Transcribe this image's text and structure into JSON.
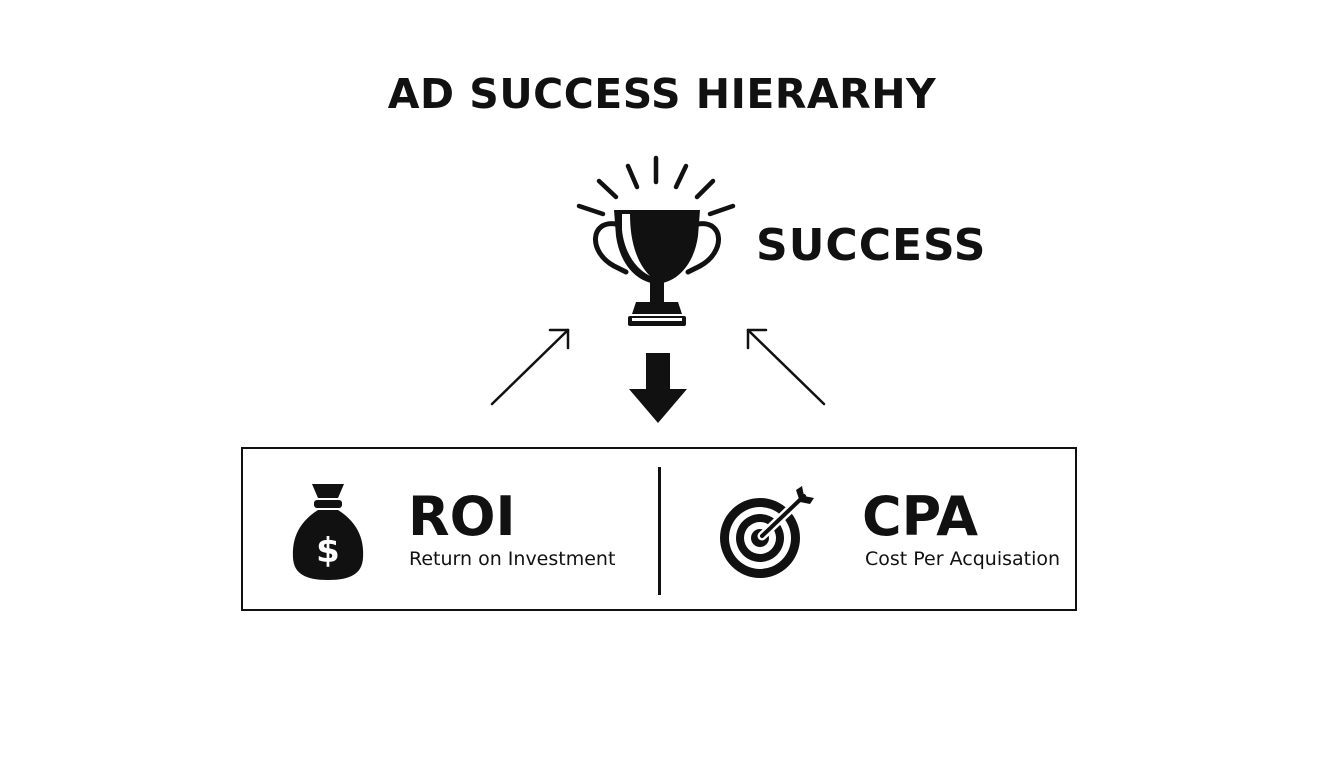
{
  "title": "AD SUCCESS HIERARHY",
  "top": {
    "label": "SUCCESS",
    "icon": "trophy-icon"
  },
  "metrics": [
    {
      "abbr": "ROI",
      "description": "Return on Investment",
      "icon": "money-bag-icon"
    },
    {
      "abbr": "CPA",
      "description": "Cost Per Acquisation",
      "icon": "target-icon"
    }
  ],
  "colors": {
    "ink": "#111111",
    "background": "#ffffff"
  }
}
